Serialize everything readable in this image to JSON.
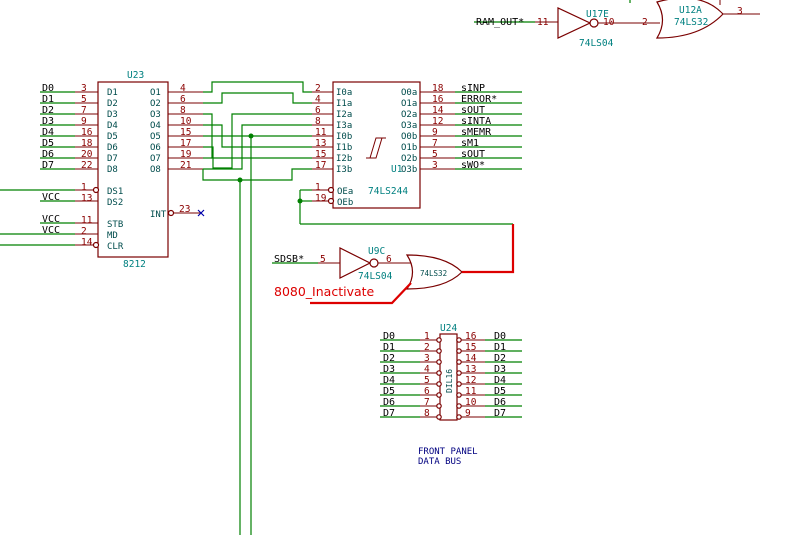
{
  "u23": {
    "ref": "U23",
    "name": "8212",
    "inputs": [
      {
        "net": "D0",
        "pin": "3",
        "pname": "D1"
      },
      {
        "net": "D1",
        "pin": "5",
        "pname": "D2"
      },
      {
        "net": "D2",
        "pin": "7",
        "pname": "D3"
      },
      {
        "net": "D3",
        "pin": "9",
        "pname": "D4"
      },
      {
        "net": "D4",
        "pin": "16",
        "pname": "D5"
      },
      {
        "net": "D5",
        "pin": "18",
        "pname": "D6"
      },
      {
        "net": "D6",
        "pin": "20",
        "pname": "D7"
      },
      {
        "net": "D7",
        "pin": "22",
        "pname": "D8"
      }
    ],
    "outputs": [
      {
        "pin": "4",
        "pname": "O1"
      },
      {
        "pin": "6",
        "pname": "O2"
      },
      {
        "pin": "8",
        "pname": "O3"
      },
      {
        "pin": "10",
        "pname": "O4"
      },
      {
        "pin": "15",
        "pname": "O5"
      },
      {
        "pin": "17",
        "pname": "O6"
      },
      {
        "pin": "19",
        "pname": "O7"
      },
      {
        "pin": "21",
        "pname": "O8"
      }
    ],
    "ds1": {
      "pin": "1",
      "pname": "DS1"
    },
    "ds2": {
      "net": "VCC",
      "pin": "13",
      "pname": "DS2"
    },
    "stb": {
      "net": "VCC",
      "pin": "11",
      "pname": "STB"
    },
    "md": {
      "net": "VCC",
      "pin": "2",
      "pname": "MD"
    },
    "clr": {
      "pin": "14",
      "pname": "CLR"
    },
    "int": {
      "pin": "23",
      "pname": "INT"
    }
  },
  "u1": {
    "ref": "U1",
    "name": "74LS244",
    "inputs": [
      {
        "pin": "2",
        "pname": "I0a"
      },
      {
        "pin": "4",
        "pname": "I1a"
      },
      {
        "pin": "6",
        "pname": "I2a"
      },
      {
        "pin": "8",
        "pname": "I3a"
      },
      {
        "pin": "11",
        "pname": "I0b"
      },
      {
        "pin": "13",
        "pname": "I1b"
      },
      {
        "pin": "15",
        "pname": "I2b"
      },
      {
        "pin": "17",
        "pname": "I3b"
      }
    ],
    "outputs": [
      {
        "pin": "18",
        "pname": "O0a",
        "net": "sINP"
      },
      {
        "pin": "16",
        "pname": "O1a",
        "net": "ERROR*"
      },
      {
        "pin": "14",
        "pname": "O2a",
        "net": "sOUT"
      },
      {
        "pin": "12",
        "pname": "O3a",
        "net": "sINTA"
      },
      {
        "pin": "9",
        "pname": "O0b",
        "net": "sMEMR"
      },
      {
        "pin": "7",
        "pname": "O1b",
        "net": "sM1"
      },
      {
        "pin": "5",
        "pname": "O2b",
        "net": "sOUT"
      },
      {
        "pin": "3",
        "pname": "O3b",
        "net": "sWO*"
      }
    ],
    "oea": {
      "pin": "1",
      "pname": "OEa"
    },
    "oeb": {
      "pin": "19",
      "pname": "OEb"
    }
  },
  "u17e": {
    "ref": "U17E",
    "name": "74LS04",
    "in_net": "RAM_OUT*",
    "in_pin": "11",
    "out_pin": "10"
  },
  "u12a": {
    "ref": "U12A",
    "name": "74LS32",
    "in_pin": "2",
    "out_pin": "3"
  },
  "u9c": {
    "ref": "U9C",
    "name": "74LS04",
    "in_net": "SDSB*",
    "in_pin": "5",
    "out_pin": "6"
  },
  "or_gate": {
    "name": "74LS32"
  },
  "annotation": "8080_Inactivate",
  "u24": {
    "ref": "U24",
    "name": "DIL16",
    "left": [
      {
        "net": "D0",
        "pin": "1"
      },
      {
        "net": "D1",
        "pin": "2"
      },
      {
        "net": "D2",
        "pin": "3"
      },
      {
        "net": "D3",
        "pin": "4"
      },
      {
        "net": "D4",
        "pin": "5"
      },
      {
        "net": "D5",
        "pin": "6"
      },
      {
        "net": "D6",
        "pin": "7"
      },
      {
        "net": "D7",
        "pin": "8"
      }
    ],
    "right": [
      {
        "net": "D0",
        "pin": "16"
      },
      {
        "net": "D1",
        "pin": "15"
      },
      {
        "net": "D2",
        "pin": "14"
      },
      {
        "net": "D3",
        "pin": "13"
      },
      {
        "net": "D4",
        "pin": "12"
      },
      {
        "net": "D5",
        "pin": "11"
      },
      {
        "net": "D6",
        "pin": "10"
      },
      {
        "net": "D7",
        "pin": "9"
      }
    ]
  },
  "front_panel": {
    "line1": "FRONT PANEL",
    "line2": "DATA BUS"
  }
}
